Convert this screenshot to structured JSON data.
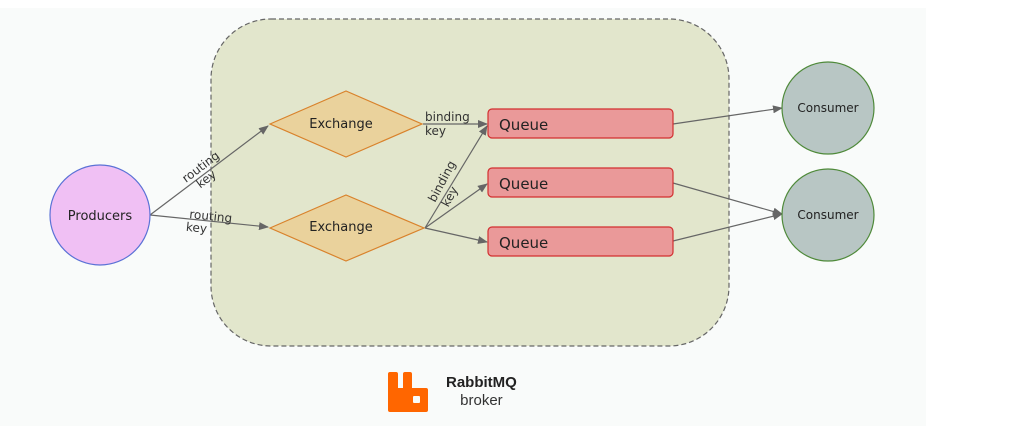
{
  "diagram": {
    "title": "RabbitMQ message routing",
    "producers": {
      "label": "Producers",
      "color": "#f0c0f4",
      "stroke": "#5b72d6"
    },
    "exchanges": [
      {
        "label": "Exchange"
      },
      {
        "label": "Exchange"
      }
    ],
    "queues": [
      {
        "label": "Queue"
      },
      {
        "label": "Queue"
      },
      {
        "label": "Queue"
      }
    ],
    "consumers": [
      {
        "label": "Consumer"
      },
      {
        "label": "Consumer"
      }
    ],
    "edge_labels": {
      "routing_key_1_line1": "routing",
      "routing_key_1_line2": "key",
      "routing_key_2_line1": "routing",
      "routing_key_2_line2": "key",
      "binding_key_1_line1": "binding",
      "binding_key_1_line2": "key",
      "binding_key_2_line1": "binding",
      "binding_key_2_line2": "key"
    },
    "edges": [
      {
        "from": "Producers",
        "to": "Exchange 1",
        "label": "routing key"
      },
      {
        "from": "Producers",
        "to": "Exchange 2",
        "label": "routing key"
      },
      {
        "from": "Exchange 1",
        "to": "Queue 1",
        "label": "binding key"
      },
      {
        "from": "Exchange 2",
        "to": "Queue 1",
        "label": "binding key"
      },
      {
        "from": "Exchange 2",
        "to": "Queue 2",
        "label": ""
      },
      {
        "from": "Exchange 2",
        "to": "Queue 3",
        "label": ""
      },
      {
        "from": "Queue 1",
        "to": "Consumer 1",
        "label": ""
      },
      {
        "from": "Queue 2",
        "to": "Consumer 2",
        "label": ""
      },
      {
        "from": "Queue 3",
        "to": "Consumer 2",
        "label": ""
      }
    ],
    "colors": {
      "broker_fill": "#e2e6cc",
      "exchange_fill": "#ead29c",
      "exchange_stroke": "#d9822b",
      "queue_fill": "#ea9999",
      "queue_stroke": "#d32f2f",
      "consumer_fill": "#b8c6c4",
      "consumer_stroke": "#4f8a3a",
      "arrow": "#666666",
      "brand_orange": "#ff6600"
    }
  },
  "brand": {
    "name": "RabbitMQ",
    "subtitle": "broker"
  }
}
